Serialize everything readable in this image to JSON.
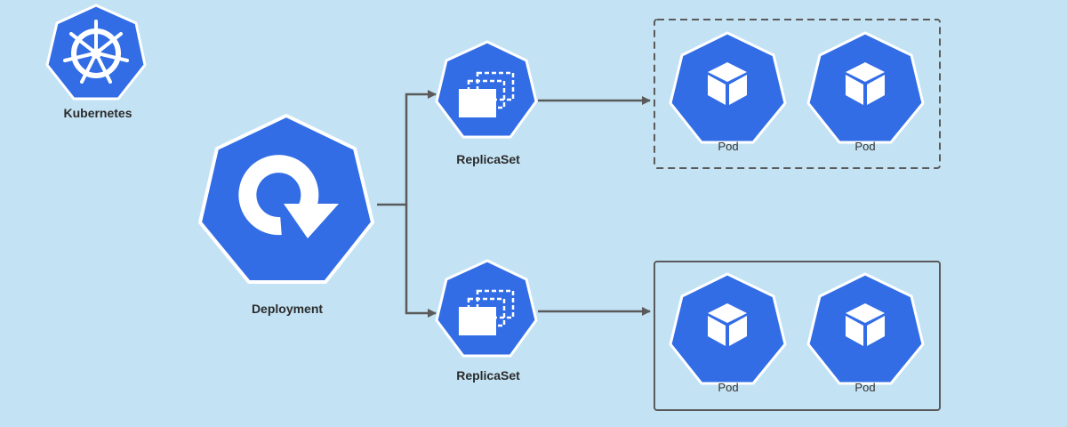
{
  "diagram": {
    "logo_label": "Kubernetes",
    "deployment_label": "Deployment",
    "replicaset_top_label": "ReplicaSet",
    "replicaset_bottom_label": "ReplicaSet",
    "top_group": {
      "pods": [
        "Pod",
        "Pod"
      ],
      "border": "dashed"
    },
    "bottom_group": {
      "pods": [
        "Pod",
        "Pod"
      ],
      "border": "solid"
    }
  },
  "colors": {
    "background": "#c3e3f4",
    "node_fill": "#326de6",
    "node_stroke": "#ffffff",
    "edge": "#5a5a5a",
    "group_border": "#5a5a5a"
  },
  "icons": {
    "logo": "helm-wheel-icon",
    "deployment": "rotate-arrow-icon",
    "replicaset": "stacked-boxes-icon",
    "pod": "cube-icon"
  }
}
